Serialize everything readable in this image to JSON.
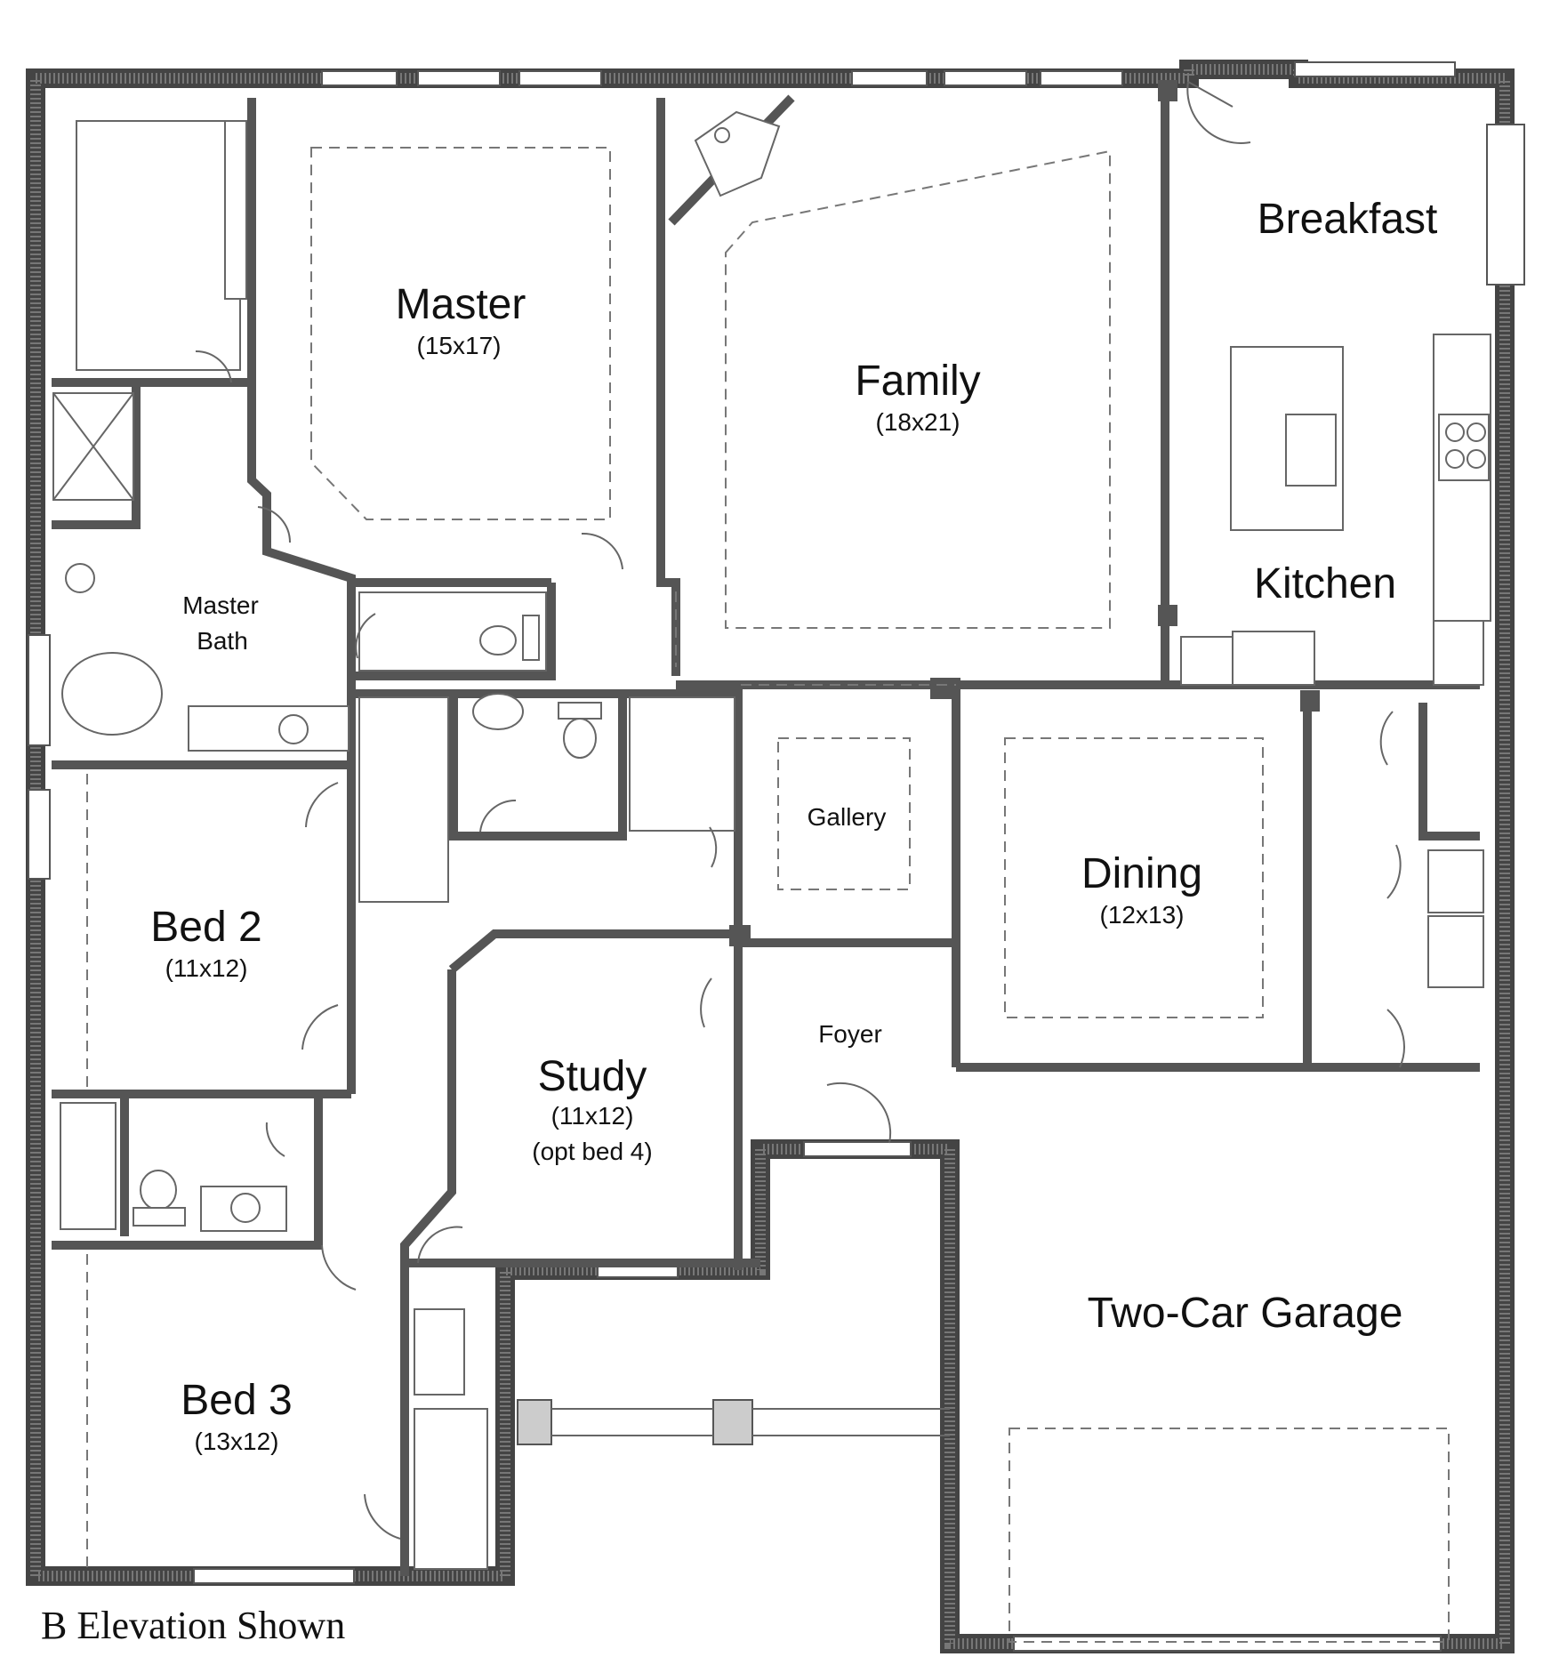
{
  "rooms": {
    "master": {
      "name": "Master",
      "size": "(15x17)"
    },
    "family": {
      "name": "Family",
      "size": "(18x21)"
    },
    "breakfast": {
      "name": "Breakfast"
    },
    "kitchen": {
      "name": "Kitchen"
    },
    "master_bath": {
      "line1": "Master",
      "line2": "Bath"
    },
    "gallery": {
      "name": "Gallery"
    },
    "dining": {
      "name": "Dining",
      "size": "(12x13)"
    },
    "bed2": {
      "name": "Bed 2",
      "size": "(11x12)"
    },
    "foyer": {
      "name": "Foyer"
    },
    "study": {
      "name": "Study",
      "size": "(11x12)",
      "note": "(opt bed 4)"
    },
    "garage": {
      "name": "Two-Car Garage"
    },
    "bed3": {
      "name": "Bed 3",
      "size": "(13x12)"
    }
  },
  "caption": "B Elevation Shown"
}
